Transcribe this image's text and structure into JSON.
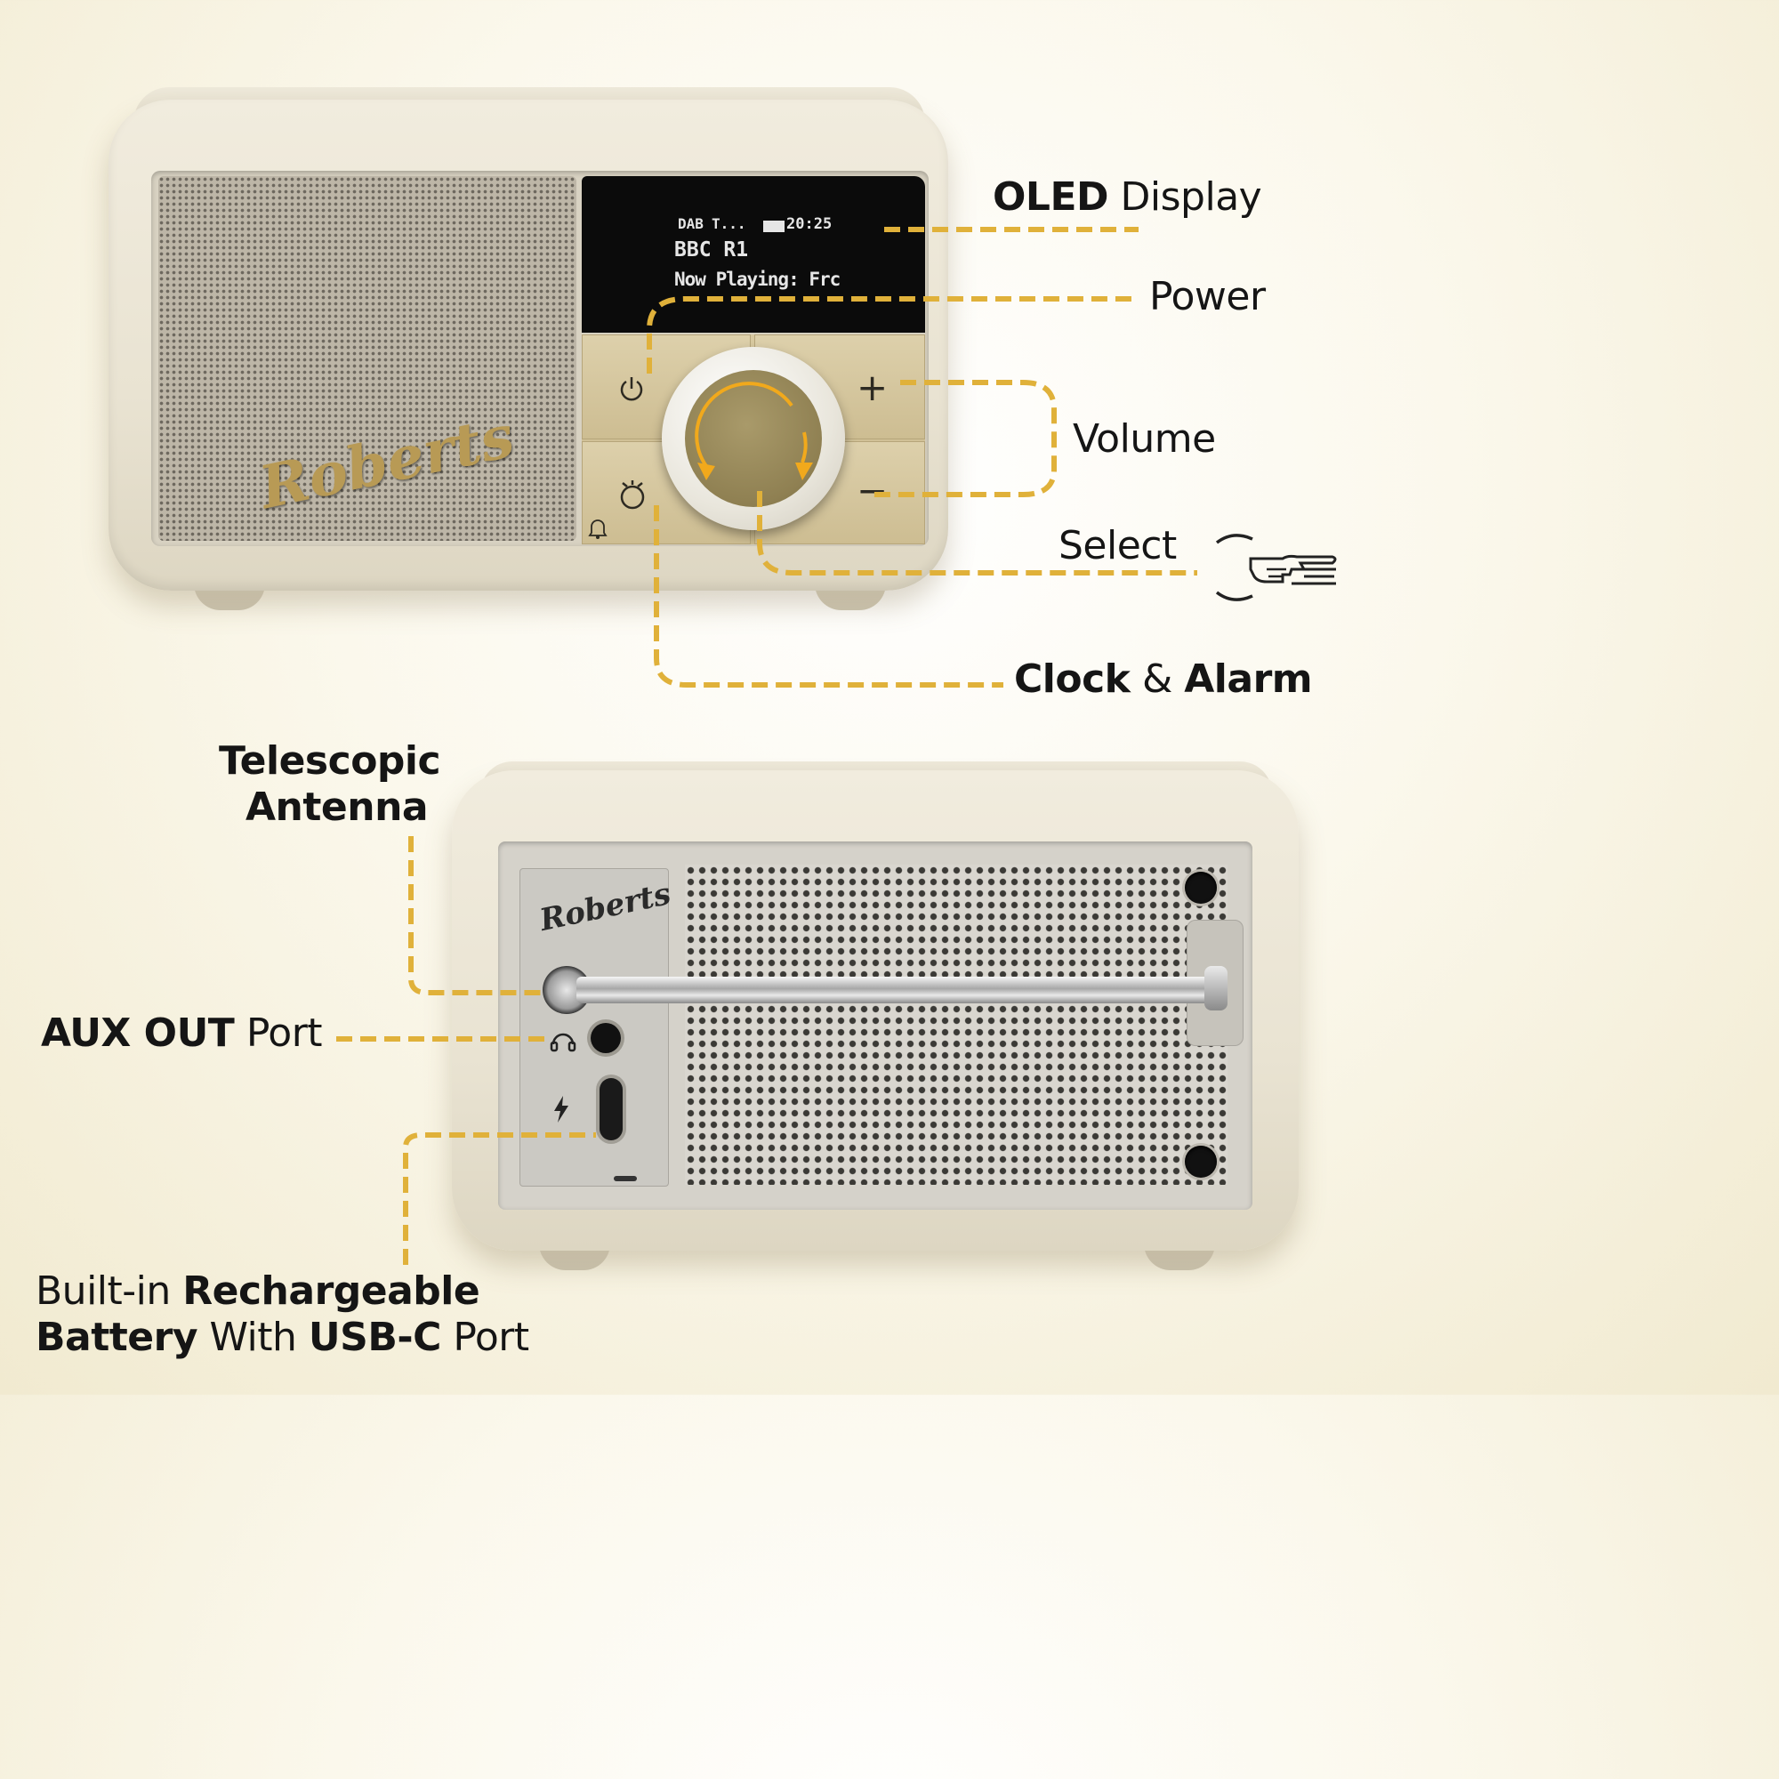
{
  "accent_color": "#e0b13a",
  "front": {
    "brand_logo": "Roberts",
    "screen": {
      "mode": "DAB",
      "signal": "T...",
      "time": "20:25",
      "station": "BBC R1",
      "now_playing": "Now Playing: Frc"
    },
    "buttons": {
      "power_icon": "power-icon",
      "volume_up": "+",
      "volume_down": "−",
      "alarm_icon": "alarm-clock-icon"
    }
  },
  "back": {
    "brand_logo": "Roberts"
  },
  "labels": {
    "oled": {
      "bold": "OLED",
      "rest": " Display"
    },
    "power": "Power",
    "volume": "Volume",
    "select": "Select",
    "clock_alarm": {
      "bold1": "Clock",
      "mid": " & ",
      "bold2": "Alarm"
    },
    "antenna": {
      "line1": "Telescopic",
      "line2": "Antenna"
    },
    "aux": {
      "bold": "AUX OUT",
      "rest": " Port"
    },
    "battery": {
      "l1_pre": "Built-in ",
      "l1_bold": "Rechargeable",
      "l2_bold1": "Battery",
      "l2_mid": " With ",
      "l2_bold2": "USB-C",
      "l2_rest": " Port"
    }
  }
}
